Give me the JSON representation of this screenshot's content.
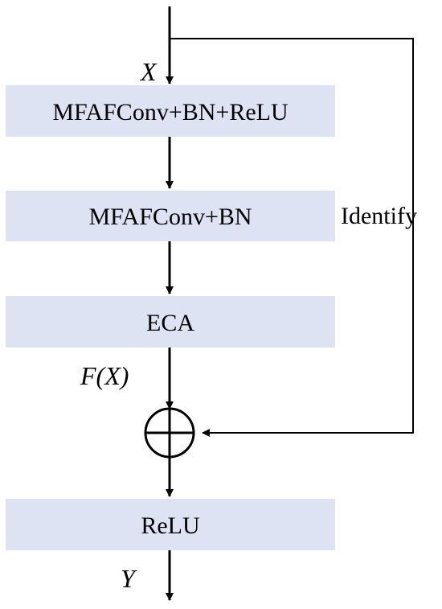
{
  "blocks": {
    "b1": "MFAFConv+BN+ReLU",
    "b2": "MFAFConv+BN",
    "b3": "ECA",
    "b4": "ReLU"
  },
  "labels": {
    "input": "X",
    "residual": "F(X)",
    "output": "Y",
    "skip": "Identify"
  },
  "colors": {
    "block_fill": "#dde3f2",
    "line": "#000000"
  },
  "icons": {
    "sum_node": "circled-plus-icon"
  }
}
